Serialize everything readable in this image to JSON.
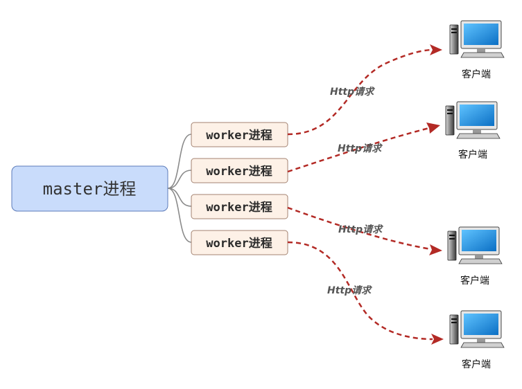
{
  "master": {
    "label": "master进程"
  },
  "workers": [
    {
      "label": "worker进程"
    },
    {
      "label": "worker进程"
    },
    {
      "label": "worker进程"
    },
    {
      "label": "worker进程"
    }
  ],
  "requests": [
    {
      "label": "Http请求"
    },
    {
      "label": "Http请求"
    },
    {
      "label": "Http请求"
    },
    {
      "label": "Http请求"
    }
  ],
  "clients": [
    {
      "label": "客户端",
      "icon": "desktop-computer-icon"
    },
    {
      "label": "客户端",
      "icon": "desktop-computer-icon"
    },
    {
      "label": "客户端",
      "icon": "desktop-computer-icon"
    },
    {
      "label": "客户端",
      "icon": "desktop-computer-icon"
    }
  ],
  "colors": {
    "master_fill": "#c9dcfb",
    "worker_fill": "#fdf1e7",
    "request_arrow": "#b32a25",
    "screen_blue": "#1a8fe0"
  }
}
